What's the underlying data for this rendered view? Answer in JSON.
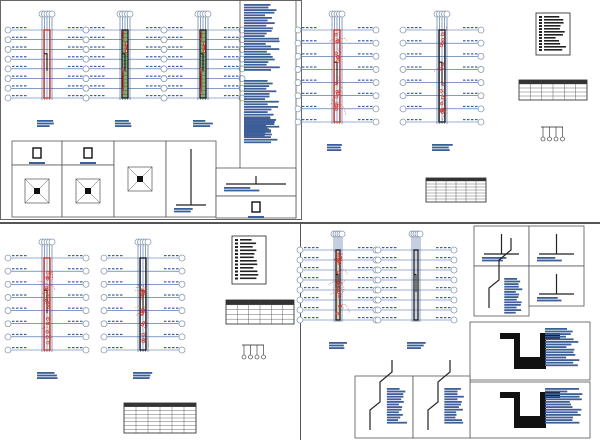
{
  "colors": {
    "grid": "#3b5fa0",
    "bubble": "#8a9bb0",
    "wall": "#d23b2f",
    "slab": "#7fb07a",
    "text_block": "#3d5f98",
    "frame": "#555555",
    "zone": "#f7c79a"
  },
  "sheets": [
    {
      "id": "structural",
      "content": [
        "foundation-plan",
        "slab-plan-1",
        "slab-plan-2",
        "footing-details",
        "column-details",
        "notes"
      ]
    },
    {
      "id": "electrical",
      "content": [
        "lighting-plan-1",
        "lighting-plan-2",
        "legend-table",
        "load-table",
        "single-line-diagram"
      ]
    },
    {
      "id": "electrical-2",
      "content": [
        "outlet-plan-1",
        "outlet-plan-2",
        "legend-table",
        "load-table",
        "single-line-diagram"
      ]
    },
    {
      "id": "plumbing",
      "content": [
        "water-plan-1",
        "water-plan-2",
        "fixture-details",
        "trench-details",
        "isometric-diagrams",
        "notes"
      ]
    }
  ]
}
